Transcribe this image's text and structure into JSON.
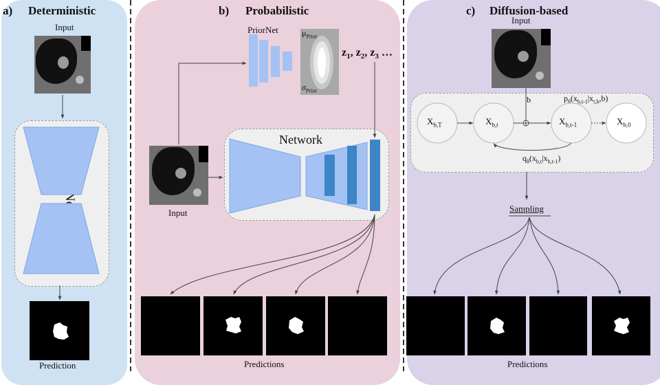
{
  "panels": {
    "a": {
      "tag": "a)",
      "title": "Deterministic",
      "input_label": "Input",
      "network_label": "Network",
      "prediction_label": "Prediction"
    },
    "b": {
      "tag": "b)",
      "title": "Probabilistic",
      "priornet_label": "PriorNet",
      "mu": "μ",
      "mu_sub": "Prior",
      "sigma": "σ",
      "sigma_sub": "Prior",
      "z_samples": [
        "z",
        "1",
        ", z",
        "2",
        ", z",
        "3",
        " …"
      ],
      "network_label": "Network",
      "input_label": "Input",
      "predictions_label": "Predictions"
    },
    "c": {
      "tag": "c)",
      "title": "Diffusion-based",
      "input_label": "Input",
      "b_label": "b",
      "nodes": [
        {
          "main": "X",
          "sub": "b,T"
        },
        {
          "main": "X",
          "sub": "b,t"
        },
        {
          "main": "X",
          "sub": "b,t-1"
        },
        {
          "main": "X",
          "sub": "b,0"
        }
      ],
      "p_theta": [
        "p",
        "θ",
        "(x",
        "b,t-1",
        "|x",
        "t,b",
        ",b)"
      ],
      "q_theta": [
        "q",
        "θ",
        "(x",
        "b,t",
        "|x",
        "b,t-1",
        ")"
      ],
      "sampling_label": "Sampling",
      "predictions_label": "Predictions"
    }
  },
  "colors": {
    "panel_a_bg": "#cfe2f3",
    "panel_b_bg": "#ead1dc",
    "panel_c_bg": "#d9d2e9",
    "network_box": "#efefef",
    "trapezoid": "#a4c2f4",
    "bar_dark": "#3d85c6",
    "arrow": "#444444"
  },
  "icons": [
    "ct-scan-image",
    "segmentation-mask",
    "prior-distribution-ellipse"
  ]
}
